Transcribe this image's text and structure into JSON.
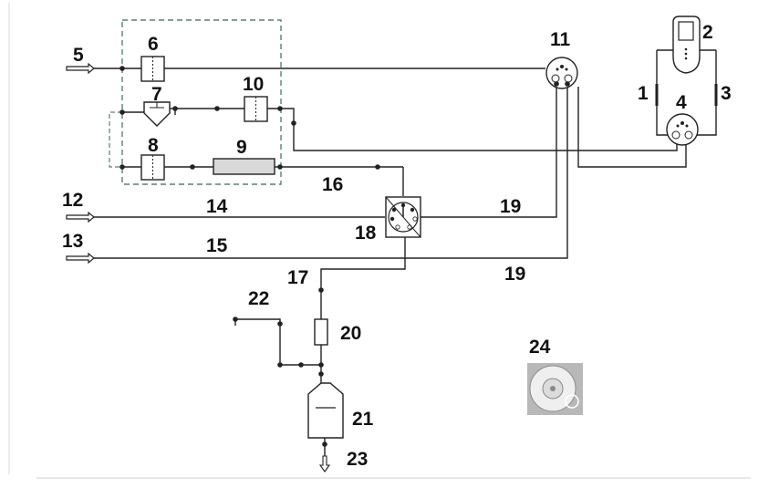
{
  "diagram": {
    "labels": {
      "l1": "1",
      "l2": "2",
      "l3": "3",
      "l4": "4",
      "l5": "5",
      "l6": "6",
      "l7": "7",
      "l8": "8",
      "l9": "9",
      "l10": "10",
      "l11": "11",
      "l12": "12",
      "l13": "13",
      "l14": "14",
      "l15": "15",
      "l16": "16",
      "l17": "17",
      "l18": "18",
      "l19a": "19",
      "l19b": "19",
      "l20": "20",
      "l21": "21",
      "l22": "22",
      "l23": "23",
      "l24": "24"
    },
    "colors": {
      "line": "#222222",
      "dashed_box": "#5f7f6e",
      "component_9_fill": "#d9d9d9",
      "photo_background": "#b8b8b8",
      "background": "#ffffff"
    },
    "icons": [
      "inlet-arrow-icon",
      "handheld-device-icon",
      "connector-icon",
      "rotary-valve-icon",
      "outlet-arrow-icon",
      "disc-photo-icon"
    ]
  }
}
